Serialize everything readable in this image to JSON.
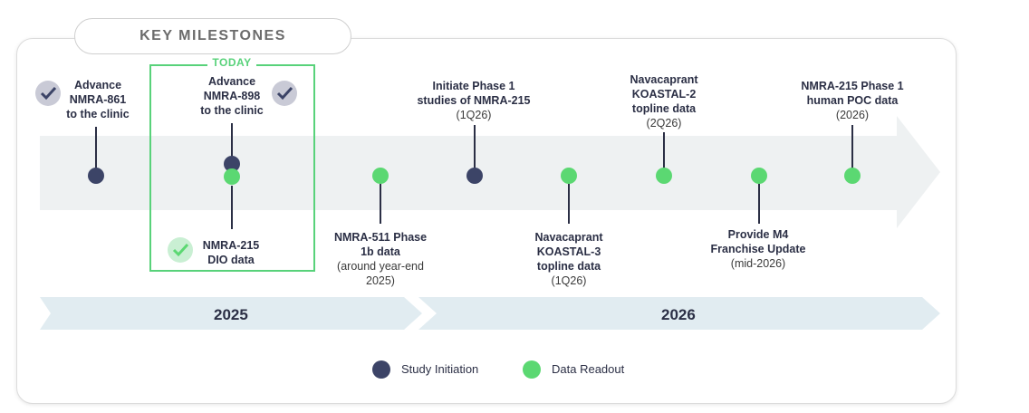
{
  "title": "KEY MILESTONES",
  "today_label": "TODAY",
  "years": [
    "2025",
    "2026"
  ],
  "milestones": [
    {
      "lines": [
        "Advance",
        "NMRA-861",
        "to the clinic"
      ],
      "sub": "",
      "type": "Study Initiation",
      "completed": true
    },
    {
      "lines": [
        "Advance",
        "NMRA-898",
        "to the clinic"
      ],
      "sub": "",
      "type": "Study Initiation",
      "completed": true
    },
    {
      "lines": [
        "NMRA-215",
        "DIO data"
      ],
      "sub": "",
      "type": "Data Readout",
      "completed": true
    },
    {
      "lines": [
        "NMRA-511 Phase",
        "1b data"
      ],
      "sub": [
        "(around year-end",
        "2025)"
      ],
      "type": "Data Readout",
      "completed": false
    },
    {
      "lines": [
        "Initiate Phase 1",
        "studies of NMRA-215"
      ],
      "sub": "(1Q26)",
      "type": "Study Initiation",
      "completed": false
    },
    {
      "lines": [
        "Navacaprant",
        "KOASTAL-3",
        "topline data"
      ],
      "sub": "(1Q26)",
      "type": "Data Readout",
      "completed": false
    },
    {
      "lines": [
        "Navacaprant",
        "KOASTAL-2",
        "topline data"
      ],
      "sub": "(2Q26)",
      "type": "Data Readout",
      "completed": false
    },
    {
      "lines": [
        "Provide M4",
        "Franchise Update"
      ],
      "sub": "(mid-2026)",
      "type": "Data Readout",
      "completed": false
    },
    {
      "lines": [
        "NMRA-215 Phase 1",
        "human POC data"
      ],
      "sub": "(2026)",
      "type": "Data Readout",
      "completed": false
    }
  ],
  "legend": [
    {
      "label": "Study Initiation",
      "color": "#3c4467"
    },
    {
      "label": "Data Readout",
      "color": "#5bd872"
    }
  ],
  "colors": {
    "navy": "#3c4467",
    "green": "#5bd872",
    "today": "#58d27a",
    "band": "#eef1f2",
    "year_band": "#e1ecf1"
  }
}
